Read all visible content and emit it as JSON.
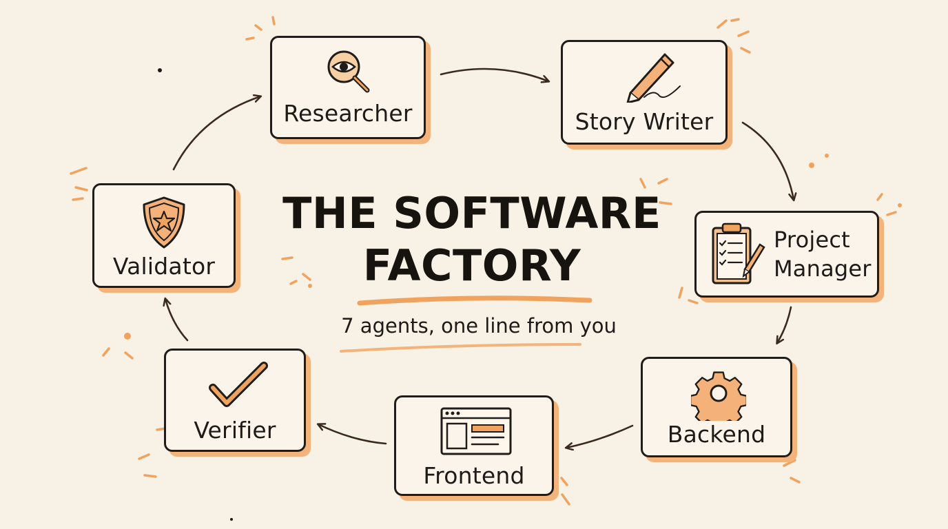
{
  "title_line1": "THE SOFTWARE",
  "title_line2": "FACTORY",
  "subtitle": "7 agents, one line from you",
  "colors": {
    "accent": "#f0a35e",
    "ink": "#1f1c19",
    "paper": "#f7f1e6"
  },
  "agents": [
    {
      "label": "Researcher",
      "icon": "magnifier-eye-icon"
    },
    {
      "label": "Story Writer",
      "icon": "pencil-icon"
    },
    {
      "label": "Project Manager",
      "line1": "Project",
      "line2": "Manager",
      "icon": "clipboard-checklist-icon"
    },
    {
      "label": "Backend",
      "icon": "gear-icon"
    },
    {
      "label": "Frontend",
      "icon": "browser-window-icon"
    },
    {
      "label": "Verifier",
      "icon": "checkmark-icon"
    },
    {
      "label": "Validator",
      "icon": "shield-star-icon"
    }
  ]
}
